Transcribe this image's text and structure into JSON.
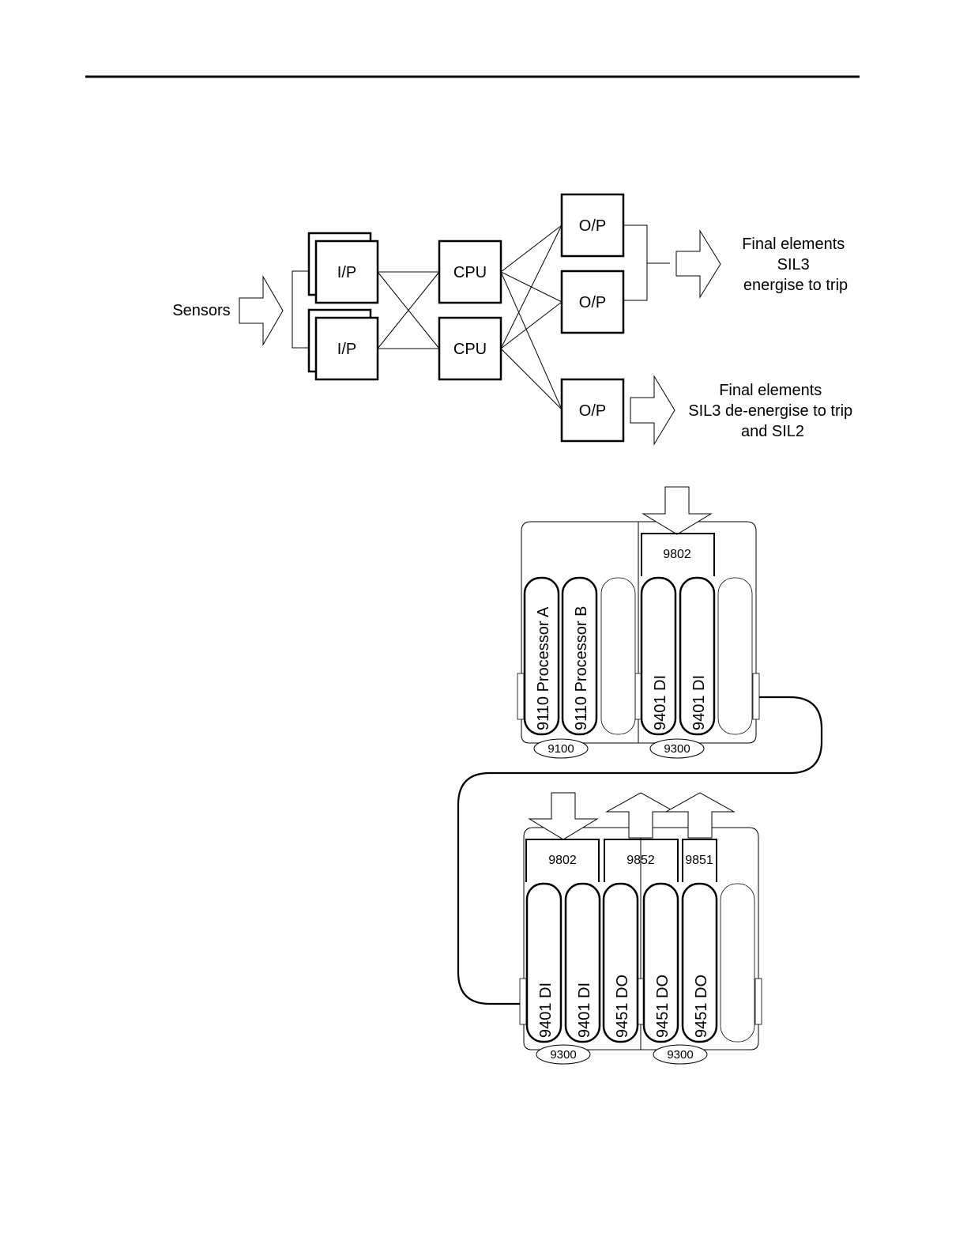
{
  "block_diagram": {
    "sensors_label": "Sensors",
    "input_label": "I/P",
    "cpu_label": "CPU",
    "output_label": "O/P",
    "final_top": [
      "Final elements",
      "SIL3",
      "energise to trip"
    ],
    "final_bottom": [
      "Final elements",
      "SIL3 de-energise to trip",
      "and SIL2"
    ]
  },
  "rack_diagram": {
    "upper": {
      "terminal_label": "9802",
      "module_labels": [
        "9110 Processor A",
        "9110 Processor B",
        "9401 DI",
        "9401 DI"
      ],
      "baseplate_labels": [
        "9100",
        "9300"
      ]
    },
    "lower": {
      "terminal_labels": [
        "9802",
        "9852",
        "9851"
      ],
      "module_labels": [
        "9401 DI",
        "9401 DI",
        "9451 DO",
        "9451 DO",
        "9451 DO"
      ],
      "baseplate_labels": [
        "9300",
        "9300"
      ]
    }
  }
}
